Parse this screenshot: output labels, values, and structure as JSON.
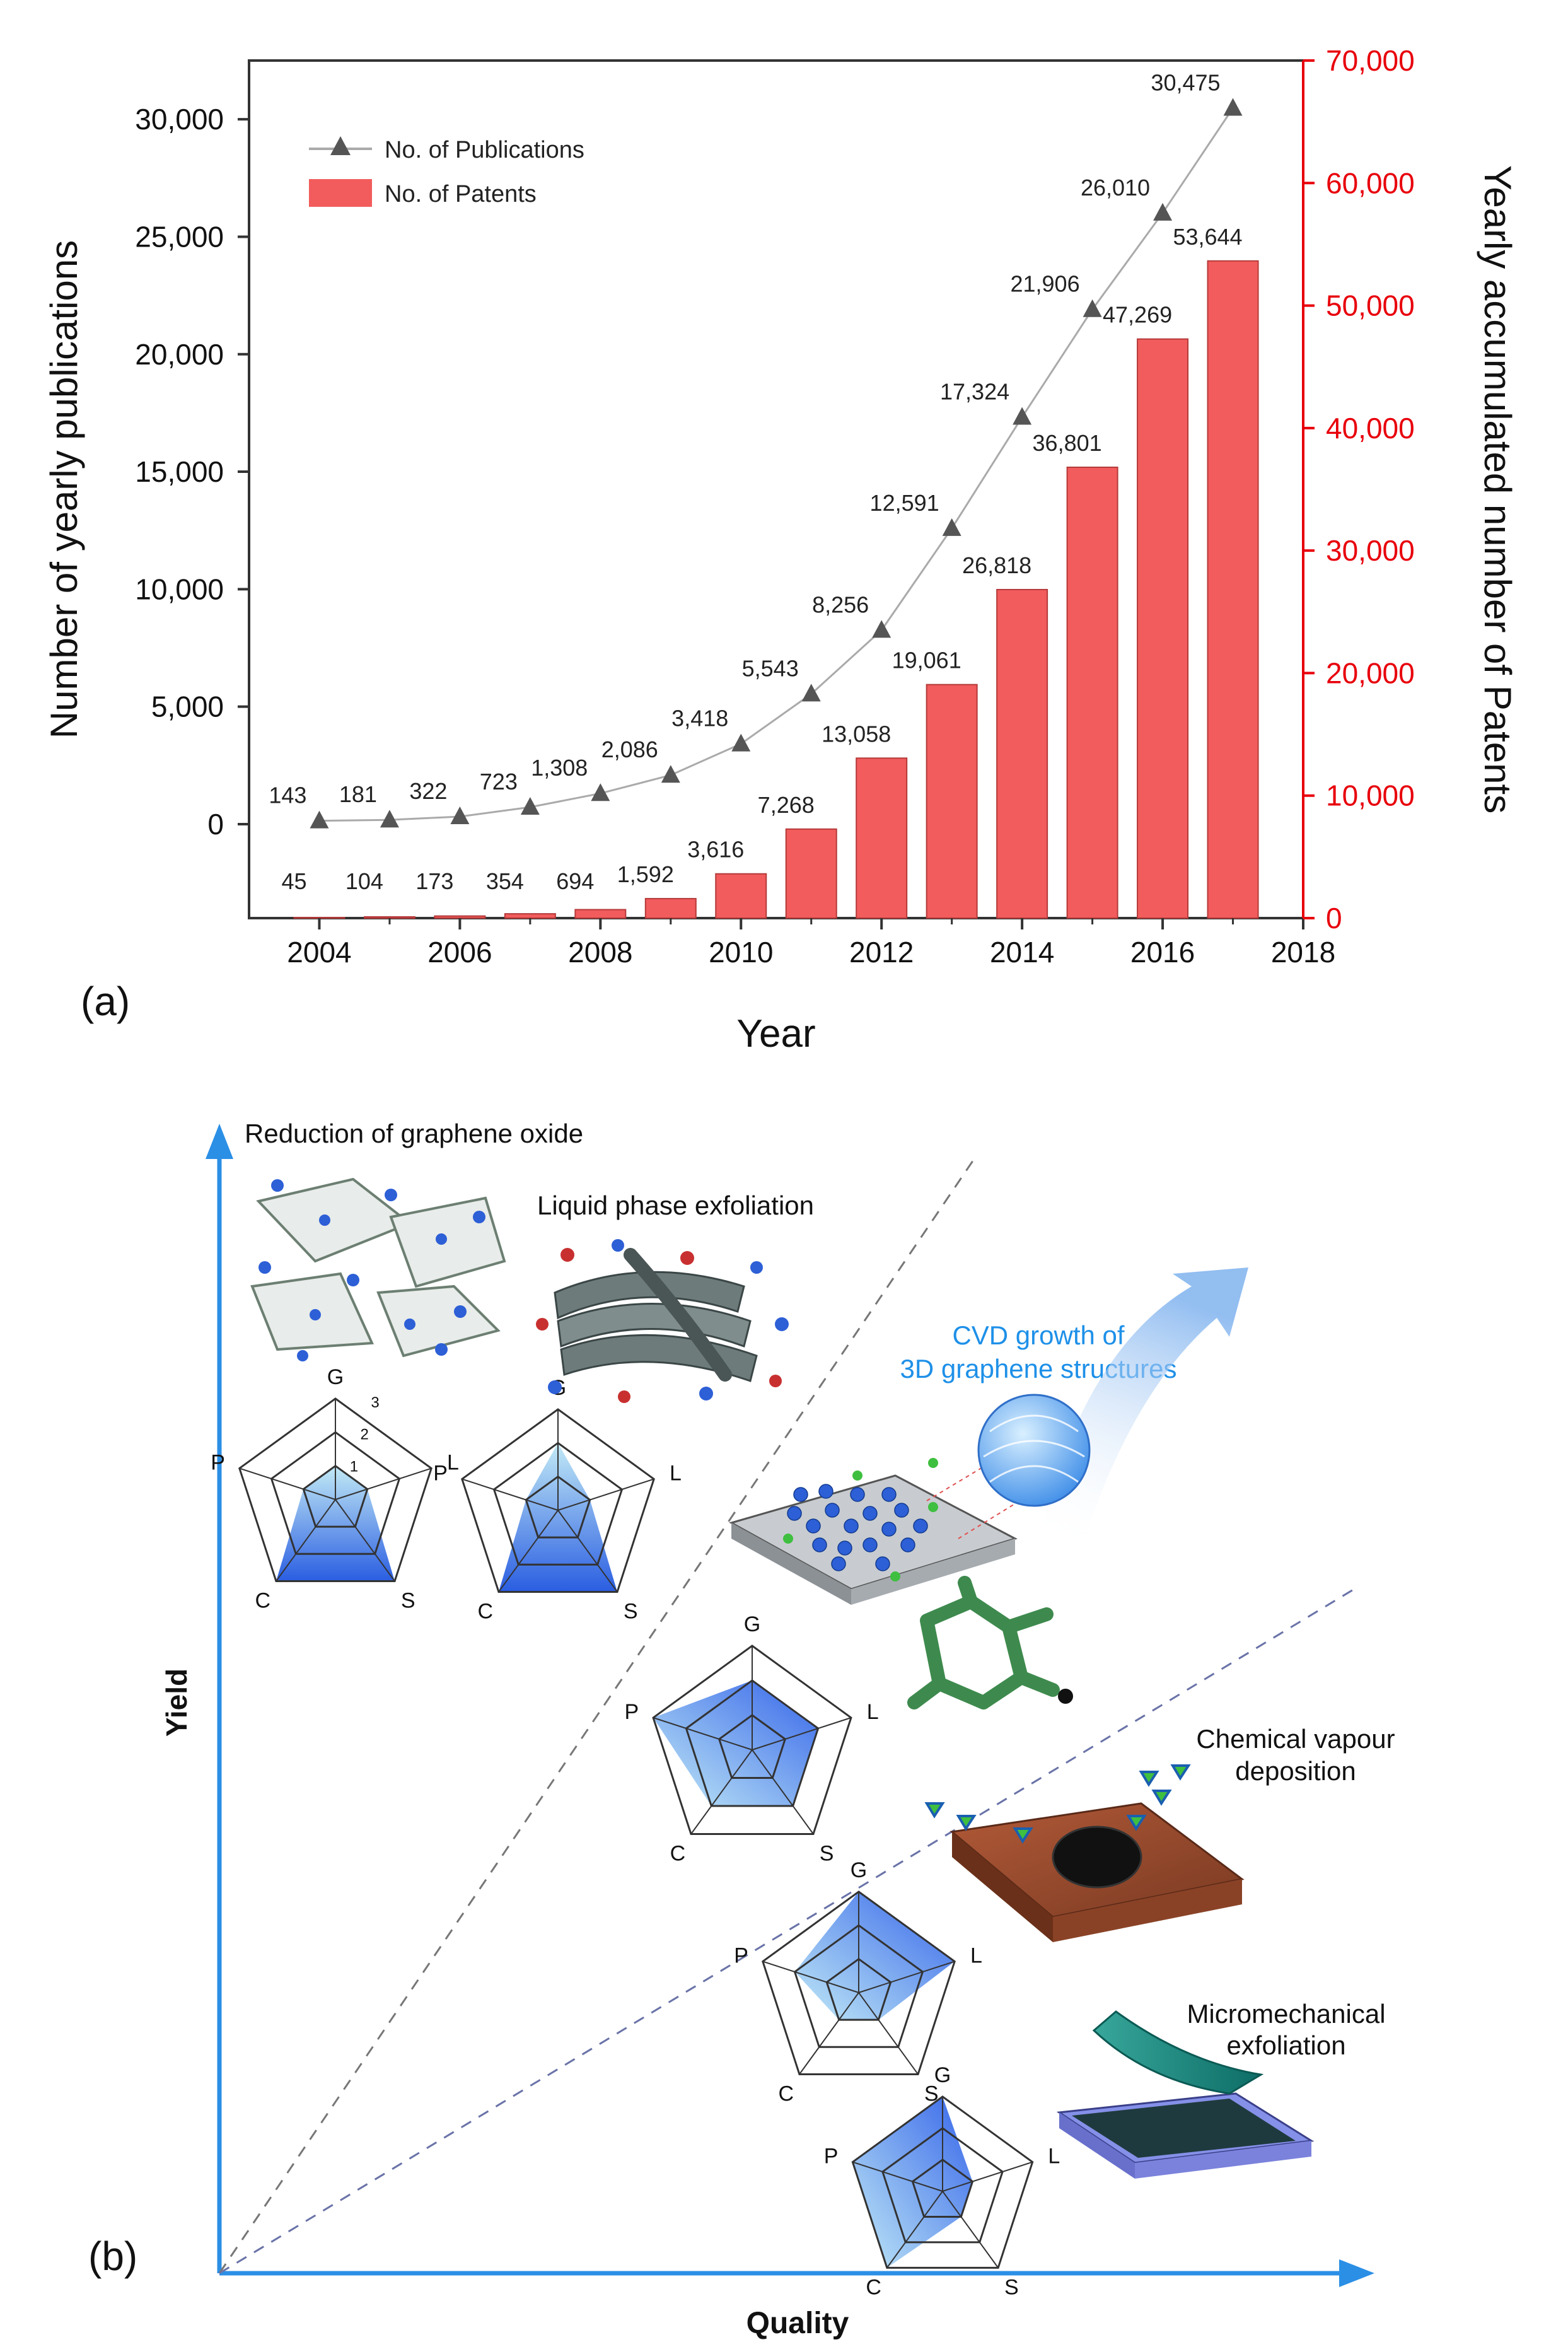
{
  "panel_a": {
    "label": "(a)",
    "chart_data": {
      "type": "bar+line",
      "x": [
        2004,
        2005,
        2006,
        2007,
        2008,
        2009,
        2010,
        2011,
        2012,
        2013,
        2014,
        2015,
        2016,
        2017
      ],
      "series": [
        {
          "name": "No. of Publications",
          "type": "line",
          "axis": "left",
          "marker": "triangle",
          "color": "#555555",
          "values": [
            143,
            181,
            322,
            723,
            1308,
            2086,
            3418,
            5543,
            8256,
            12591,
            17324,
            21906,
            26010,
            30475
          ],
          "labels": [
            "143",
            "181",
            "322",
            "723",
            "1,308",
            "2,086",
            "3,418",
            "5,543",
            "8,256",
            "12,591",
            "17,324",
            "21,906",
            "26,010",
            "30,475"
          ]
        },
        {
          "name": "No. of Patents",
          "type": "bar",
          "axis": "right",
          "color": "#f25c5c",
          "values": [
            45,
            104,
            173,
            354,
            694,
            1592,
            3616,
            7268,
            13058,
            19061,
            26818,
            36801,
            47269,
            53644
          ],
          "labels": [
            "45",
            "104",
            "173",
            "354",
            "694",
            "1,592",
            "3,616",
            "7,268",
            "13,058",
            "19,061",
            "26,818",
            "36,801",
            "47,269",
            "53,644"
          ]
        }
      ],
      "xlabel": "Year",
      "ylabel_left": "Number of yearly publications",
      "ylabel_right": "Yearly accumulated number of Patents",
      "xlim": [
        2003,
        2018
      ],
      "xticks": [
        2004,
        2006,
        2008,
        2010,
        2012,
        2014,
        2016,
        2018
      ],
      "xtick_labels": [
        "2004",
        "2006",
        "2008",
        "2010",
        "2012",
        "2014",
        "2016",
        "2018"
      ],
      "ylim_left": [
        -4000,
        32500
      ],
      "yticks_left": [
        0,
        5000,
        10000,
        15000,
        20000,
        25000,
        30000
      ],
      "ytick_labels_left": [
        "0",
        "5,000",
        "10,000",
        "15,000",
        "20,000",
        "25,000",
        "30,000"
      ],
      "ylim_right": [
        0,
        70000
      ],
      "yticks_right": [
        0,
        10000,
        20000,
        30000,
        40000,
        50000,
        60000,
        70000
      ],
      "ytick_labels_right": [
        "0",
        "10,000",
        "20,000",
        "30,000",
        "40,000",
        "50,000",
        "60,000",
        "70,000"
      ],
      "right_axis_color": "#e8000b",
      "legend_position": "top-left",
      "grid": false
    }
  },
  "panel_b": {
    "label": "(b)",
    "x_axis_label": "Quality",
    "y_axis_label": "Yield",
    "axis_color": "#2b8fe6",
    "methods": {
      "rgo": "Reduction of graphene oxide",
      "lpe": "Liquid phase exfoliation",
      "cvd3d_line1": "CVD growth of",
      "cvd3d_line2": "3D graphene structures",
      "cvd_line1": "Chemical vapour",
      "cvd_line2": "deposition",
      "mme_line1": "Micromechanical",
      "mme_line2": "exfoliation"
    },
    "cvd3d_color": "#1e90e8",
    "radar_axis_labels": [
      "G",
      "L",
      "S",
      "C",
      "P"
    ],
    "radar_ring_labels": [
      "1",
      "2",
      "3"
    ],
    "radar_scores": [
      {
        "method": "Reduction of graphene oxide",
        "scores": [
          1,
          1,
          3,
          3,
          1
        ]
      },
      {
        "method": "Liquid phase exfoliation",
        "scores": [
          2,
          1,
          3,
          3,
          1
        ]
      },
      {
        "method": "CVD growth of 3D graphene structures",
        "scores": [
          2,
          2,
          2,
          2,
          3
        ]
      },
      {
        "method": "Chemical vapour deposition",
        "scores": [
          3,
          3,
          1,
          1,
          2
        ]
      },
      {
        "method": "Micromechanical exfoliation",
        "scores": [
          3,
          1,
          1,
          3,
          3
        ]
      }
    ]
  }
}
